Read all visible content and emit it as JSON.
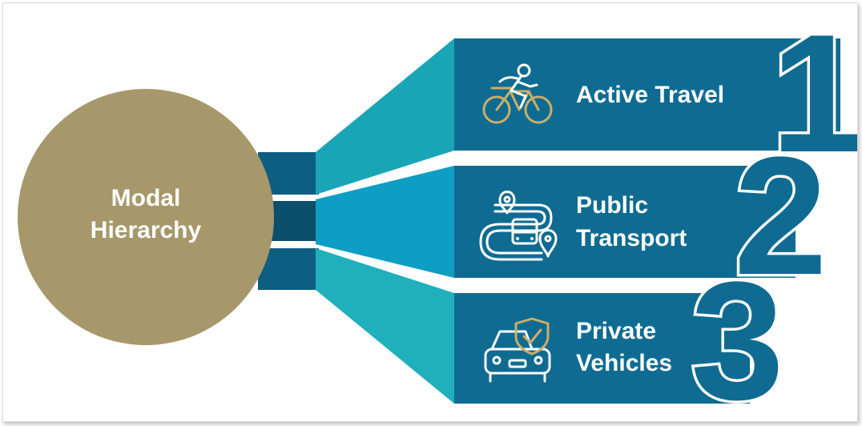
{
  "colors": {
    "circle": "#a6986a",
    "connector_dark": "#0d5e80",
    "panel": "#0f6b91",
    "funnel_1": "#1aa5b7",
    "funnel_2": "#0e9ec4",
    "funnel_3": "#1fb0bb",
    "icon_gold": "#c9ae6a",
    "numeral_outline": "#ffffff"
  },
  "center": {
    "line1": "Modal",
    "line2": "Hierarchy"
  },
  "items": [
    {
      "rank": "1",
      "lines": [
        "Active Travel"
      ],
      "icon": "cyclist-icon"
    },
    {
      "rank": "2",
      "lines": [
        "Public",
        "Transport"
      ],
      "icon": "bus-route-icon"
    },
    {
      "rank": "3",
      "lines": [
        "Private",
        "Vehicles"
      ],
      "icon": "car-shield-icon"
    }
  ]
}
